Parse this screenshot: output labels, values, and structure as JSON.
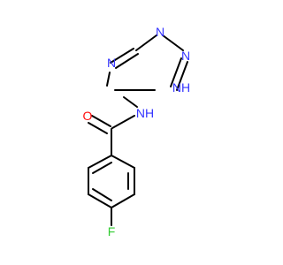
{
  "molecule": {
    "atoms": [
      {
        "id": "N1",
        "label": "N",
        "color": "#3333ff"
      },
      {
        "id": "N2",
        "label": "N",
        "color": "#3333ff"
      },
      {
        "id": "N1H",
        "label": "NH",
        "color": "#3333ff"
      },
      {
        "id": "N4",
        "label": "N",
        "color": "#3333ff"
      },
      {
        "id": "O",
        "label": "O",
        "color": "#ff0d0d"
      },
      {
        "id": "NH",
        "label": "NH",
        "color": "#3333ff"
      },
      {
        "id": "F",
        "label": "F",
        "color": "#33cc33"
      }
    ]
  },
  "colors": {
    "bond": "#000000",
    "nitrogen": "#3333ff",
    "oxygen": "#ff0d0d",
    "fluorine": "#33cc33"
  }
}
